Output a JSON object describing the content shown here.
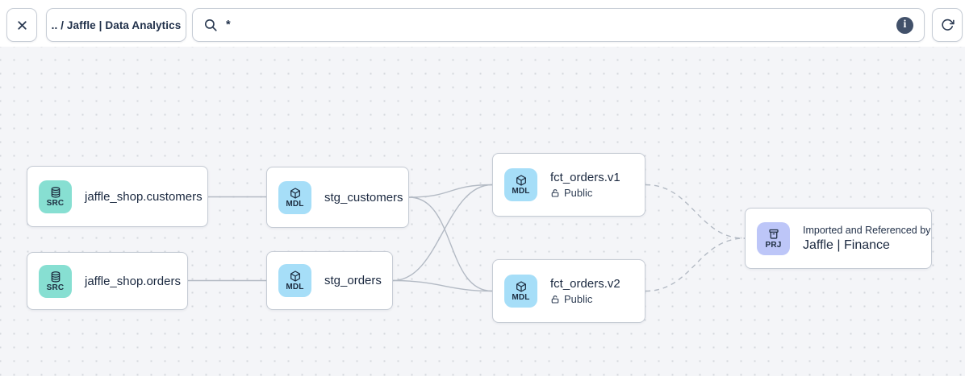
{
  "toolbar": {
    "close_label": "close",
    "breadcrumb_label": ".. / Jaffle | Data Analytics",
    "search": {
      "value": "*"
    },
    "info_glyph": "i",
    "refresh_label": "refresh"
  },
  "colors": {
    "canvas_bg": "#f4f5f8",
    "canvas_dot": "#d3d7dd",
    "node_border": "#c5cbd4",
    "edge": "#b3bac4",
    "text": "#1b2940",
    "src_badge": "#87dfd2",
    "mdl_badge": "#a6def8",
    "prj_badge": "#bdc6f8",
    "info_circle": "#42516a"
  },
  "nodes": [
    {
      "id": "src_customers",
      "badge": "SRC",
      "icon": "database-icon",
      "title": "jaffle_shop.customers"
    },
    {
      "id": "src_orders",
      "badge": "SRC",
      "icon": "database-icon",
      "title": "jaffle_shop.orders"
    },
    {
      "id": "stg_customers",
      "badge": "MDL",
      "icon": "cube-icon",
      "title": "stg_customers"
    },
    {
      "id": "stg_orders",
      "badge": "MDL",
      "icon": "cube-icon",
      "title": "stg_orders"
    },
    {
      "id": "fct_orders_v1",
      "badge": "MDL",
      "icon": "cube-icon",
      "title": "fct_orders.v1",
      "access": "Public"
    },
    {
      "id": "fct_orders_v2",
      "badge": "MDL",
      "icon": "cube-icon",
      "title": "fct_orders.v2",
      "access": "Public"
    },
    {
      "id": "project_finance",
      "badge": "PRJ",
      "icon": "archive-icon",
      "subtitle": "Imported and Referenced by",
      "title": "Jaffle | Finance"
    }
  ],
  "edges": [
    {
      "from": "jaffle_shop.customers",
      "to": "stg_customers",
      "style": "solid"
    },
    {
      "from": "jaffle_shop.orders",
      "to": "stg_orders",
      "style": "solid"
    },
    {
      "from": "stg_customers",
      "to": "fct_orders.v1",
      "style": "solid"
    },
    {
      "from": "stg_customers",
      "to": "fct_orders.v2",
      "style": "solid"
    },
    {
      "from": "stg_orders",
      "to": "fct_orders.v1",
      "style": "solid"
    },
    {
      "from": "stg_orders",
      "to": "fct_orders.v2",
      "style": "solid"
    },
    {
      "from": "fct_orders.v1",
      "to": "Jaffle | Finance",
      "style": "dashed"
    },
    {
      "from": "fct_orders.v2",
      "to": "Jaffle | Finance",
      "style": "dashed"
    }
  ]
}
